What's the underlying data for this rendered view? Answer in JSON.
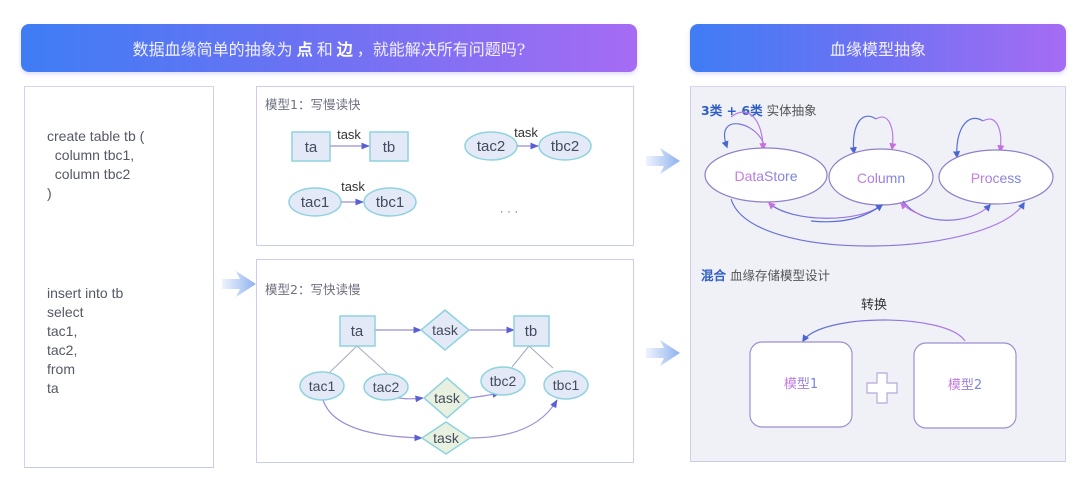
{
  "banner_left": {
    "prefix": "数据血缘简单的抽象为",
    "point": "点",
    "and": "和",
    "edge": "边",
    "suffix": "，就能解决所有问题吗?"
  },
  "banner_right": {
    "title": "血缘模型抽象"
  },
  "sql": {
    "create_statement": "create table tb (\n  column tbc1,\n  column tbc2\n)",
    "insert_statement": "insert into tb\nselect\ntac1,\ntac2,\nfrom\nta"
  },
  "model1": {
    "title": "模型1：写慢读快",
    "nodes": {
      "ta": "ta",
      "tb": "tb",
      "tac1": "tac1",
      "tbc1": "tbc1",
      "tac2": "tac2",
      "tbc2": "tbc2"
    },
    "edge_label": "task",
    "ellipsis": "· · ·"
  },
  "model2": {
    "title": "模型2：写快读慢",
    "nodes": {
      "ta": "ta",
      "tb": "tb",
      "tac1": "tac1",
      "tac2": "tac2",
      "tbc1": "tbc1",
      "tbc2": "tbc2"
    },
    "task_label": "task"
  },
  "abstraction": {
    "title_highlight": "3类 + 6类",
    "title_rest": "实体抽象",
    "entities": [
      "DataStore",
      "Column",
      "Process"
    ],
    "hybrid_highlight": "混合",
    "hybrid_rest": "血缘存储模型设计",
    "convert_label": "转换",
    "model_boxes": [
      "模型1",
      "模型2"
    ]
  },
  "colors": {
    "banner_start": "#3f7df5",
    "banner_end": "#a56cf3",
    "accent_blue": "#2f5fc4",
    "node_fill": "#e3e9f6",
    "node_stroke": "#7fd0dc",
    "diamond_fill": "#e8f1e0",
    "edge": "#9a8fd8",
    "arrow_head": "#5a5fd6",
    "entity_text_start": "#d27be0",
    "entity_text_end": "#6f86e0"
  }
}
